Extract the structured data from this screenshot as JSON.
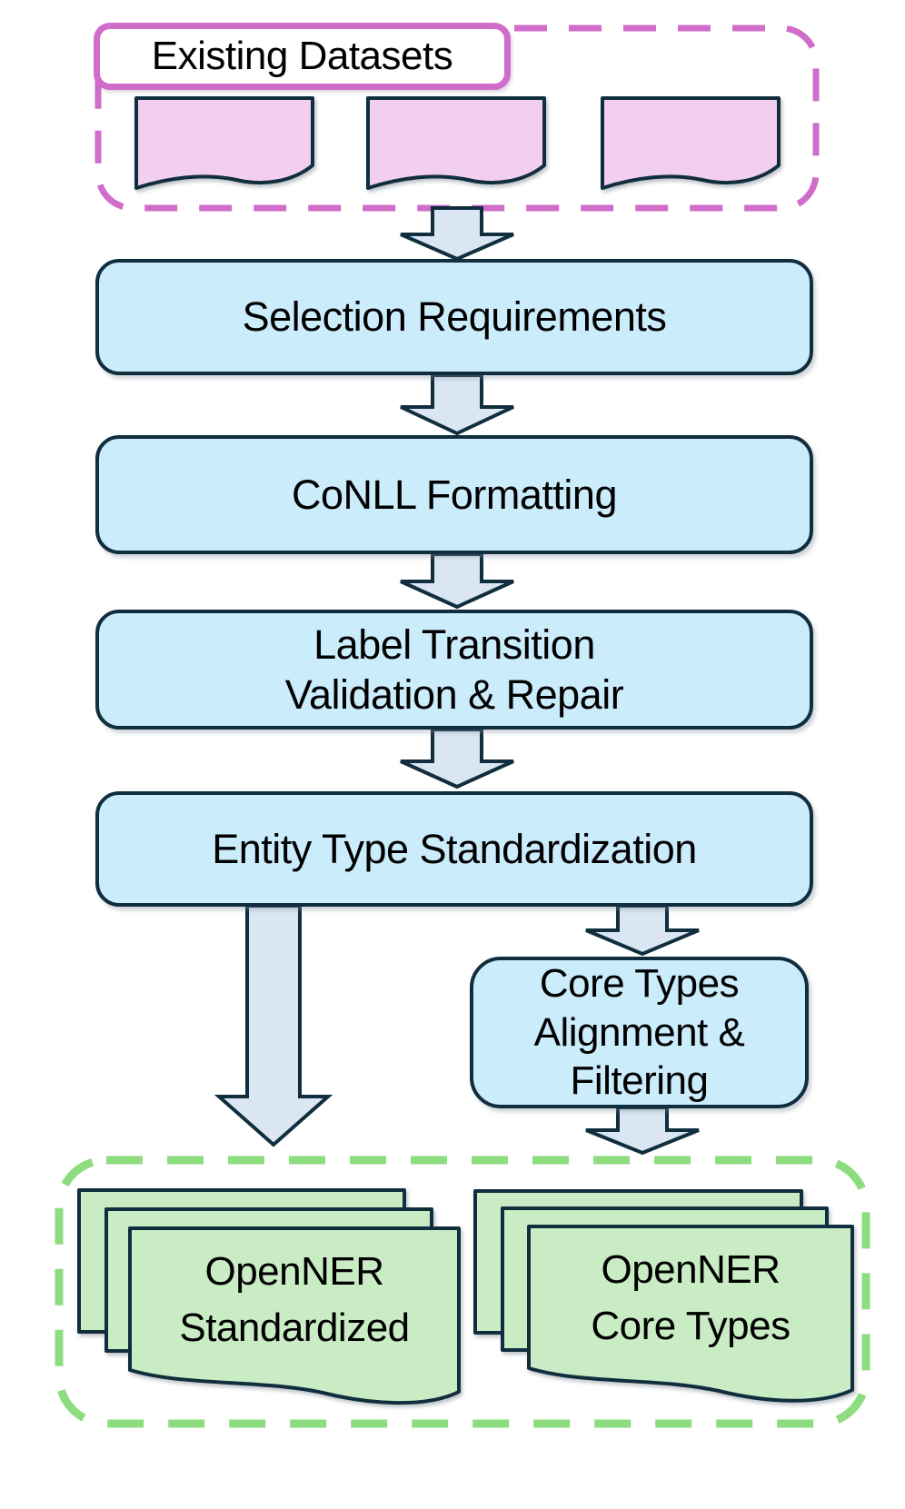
{
  "diagram": {
    "input": {
      "label": "Existing Datasets",
      "document_count": 3
    },
    "steps": [
      {
        "label": "Selection Requirements"
      },
      {
        "label": "CoNLL Formatting"
      },
      {
        "label": "Label Transition\nValidation & Repair"
      },
      {
        "label": "Entity Type Standardization"
      },
      {
        "label": "Core Types\nAlignment &\nFiltering"
      }
    ],
    "outputs": [
      {
        "label": "OpenNER\nStandardized",
        "sheet_count": 3
      },
      {
        "label": "OpenNER\nCore Types",
        "sheet_count": 3
      }
    ],
    "colors": {
      "box_fill": "#cbecfb",
      "arrow_fill": "#dbe6f3",
      "stroke_dark": "#102e3e",
      "pink_accent": "#d06cca",
      "pink_doc_fill": "#f2cfee",
      "green_accent": "#8edc80",
      "green_doc_fill": "#c9ecc5",
      "text": "#000000"
    }
  }
}
